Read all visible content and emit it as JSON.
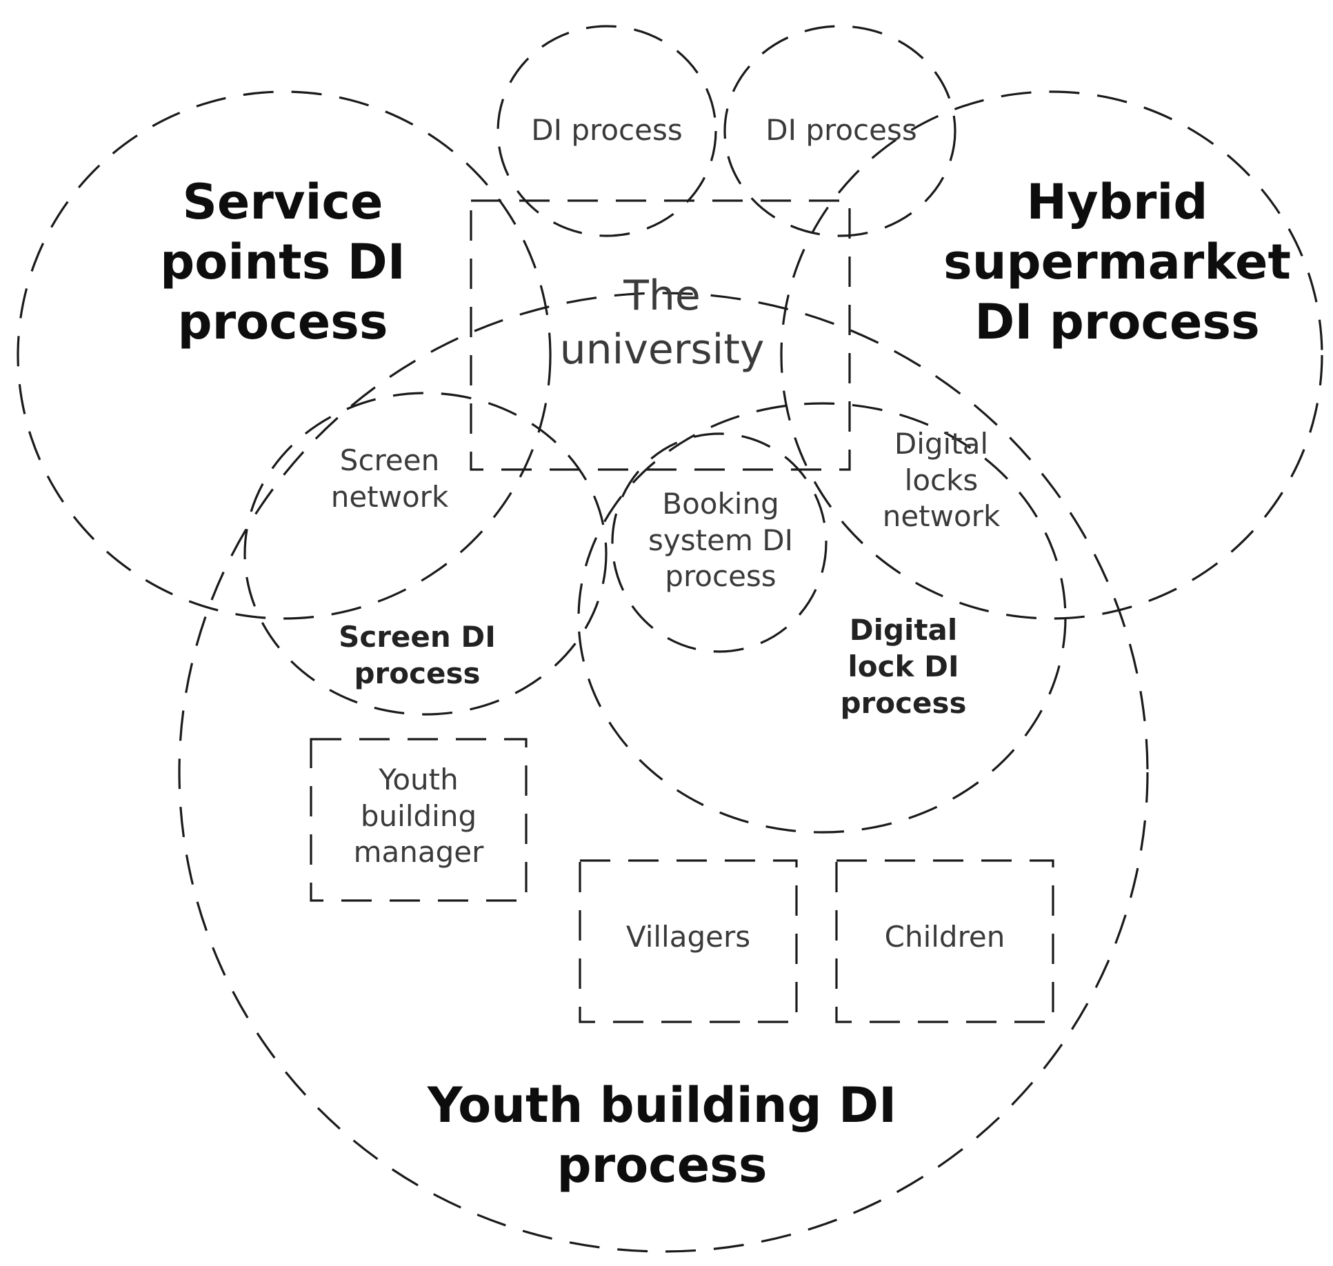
{
  "labels": {
    "service_points": [
      "Service",
      "points DI",
      "process"
    ],
    "hybrid_supermarket": [
      "Hybrid",
      "supermarket",
      "DI process"
    ],
    "youth_building": [
      "Youth building DI",
      "process"
    ],
    "di_process_left": "DI process",
    "di_process_right": "DI process",
    "university": [
      "The",
      "university"
    ],
    "screen_network": [
      "Screen",
      "network"
    ],
    "screen_di_process": [
      "Screen DI",
      "process"
    ],
    "booking_system": [
      "Booking",
      "system DI",
      "process"
    ],
    "digital_locks_network": [
      "Digital",
      "locks",
      "network"
    ],
    "digital_lock_di_process": [
      "Digital",
      "lock DI",
      "process"
    ],
    "youth_building_manager": [
      "Youth",
      "building",
      "manager"
    ],
    "villagers": "Villagers",
    "children": "Children"
  },
  "colors": {
    "line": "#1a1a1a",
    "heading_text": "#0d0d0d",
    "body_text": "#3a3a3a",
    "background": "#ffffff"
  }
}
